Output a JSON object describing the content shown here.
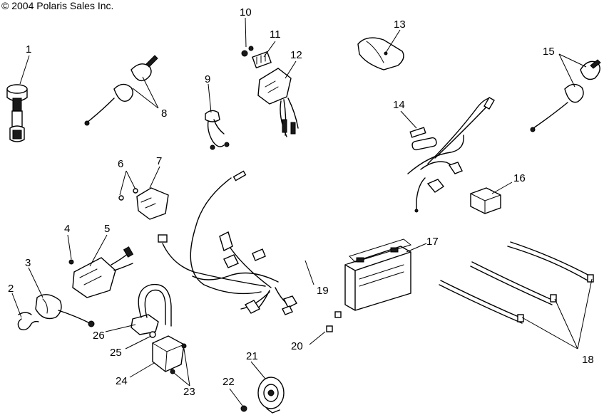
{
  "copyright": "© 2004 Polaris Sales Inc.",
  "callouts": [
    "1",
    "2",
    "3",
    "4",
    "5",
    "6",
    "7",
    "8",
    "9",
    "10",
    "11",
    "12",
    "13",
    "14",
    "15",
    "16",
    "17",
    "18",
    "19",
    "20",
    "21",
    "22",
    "23",
    "24",
    "25",
    "26"
  ]
}
